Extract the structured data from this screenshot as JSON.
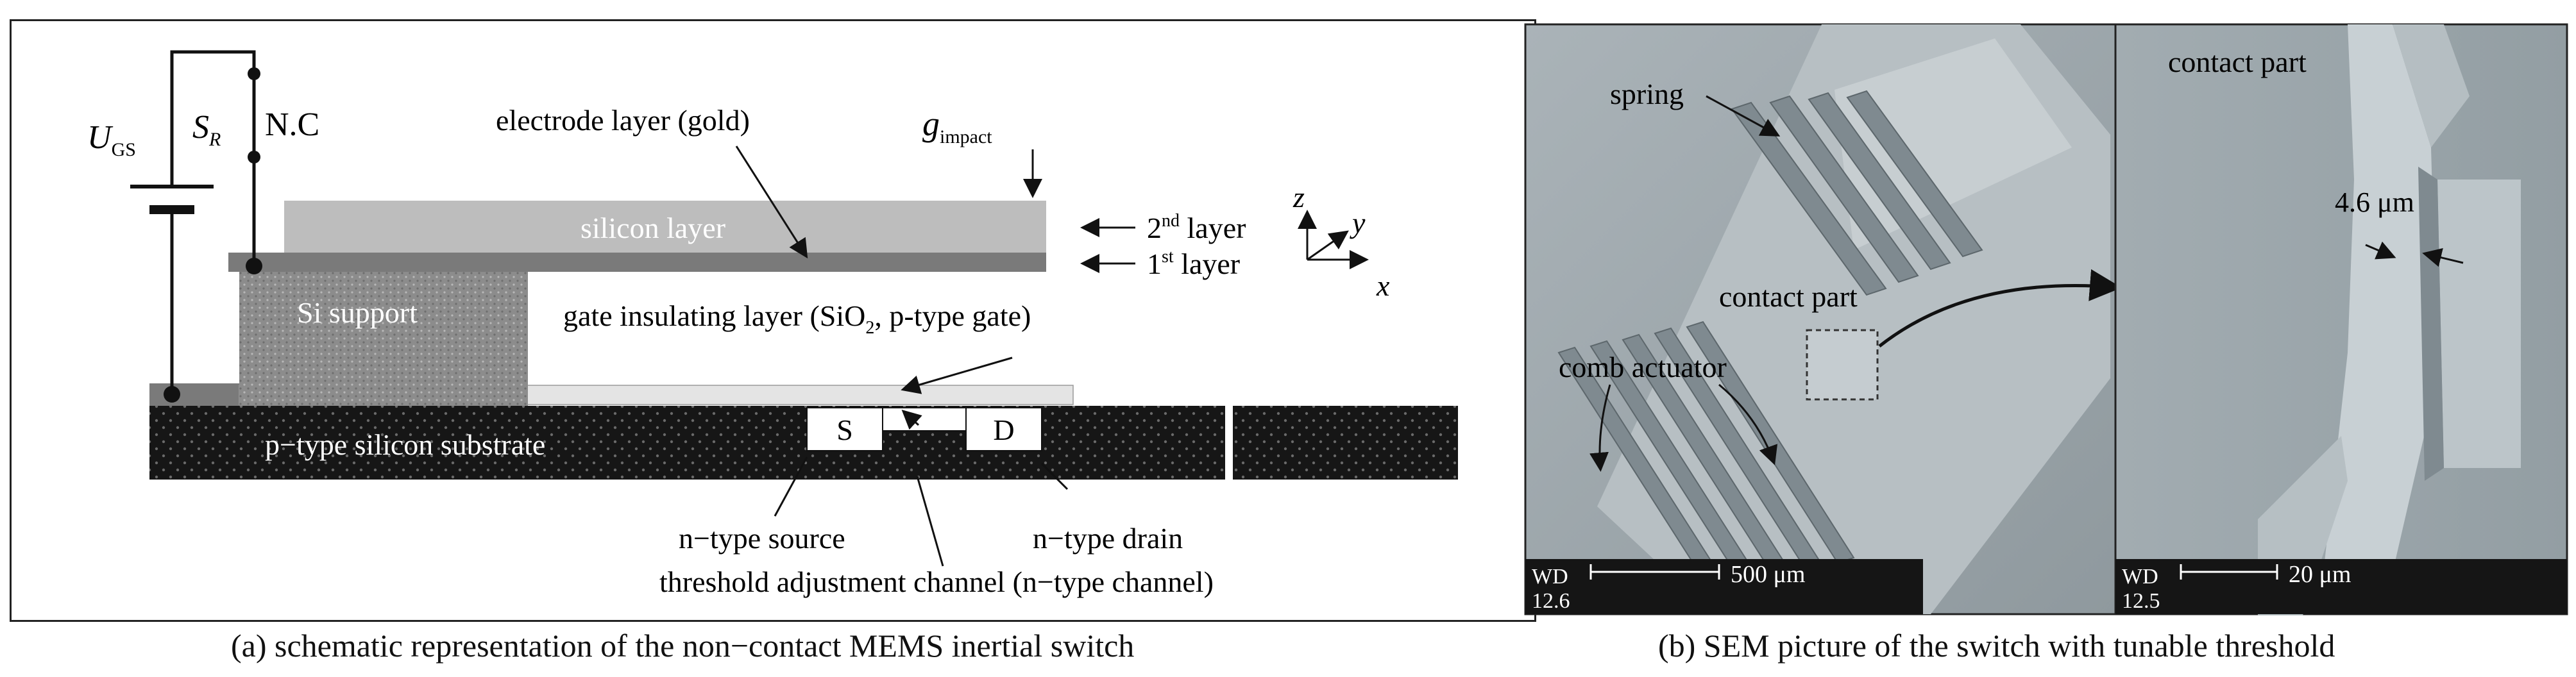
{
  "panel_a": {
    "caption": "(a) schematic representation of the non−contact MEMS inertial switch",
    "labels": {
      "ugs_main": "U",
      "ugs_sub": "GS",
      "sr_main": "S",
      "sr_sub": "R",
      "nc": "N.C",
      "electrode": "electrode layer (gold)",
      "g_main": "g",
      "g_sub": "impact",
      "silicon_layer": "silicon layer",
      "layer2_num": "2",
      "layer2_sup": "nd",
      "layer2_word": " layer",
      "layer1_num": "1",
      "layer1_sup": "st",
      "layer1_word": " layer",
      "axis_z": "z",
      "axis_y": "y",
      "axis_x": "x",
      "si_support": "Si support",
      "gate_pre": "gate insulating layer (SiO",
      "gate_sub": "2",
      "gate_post": ", p-type gate)",
      "substrate": "p−type silicon substrate",
      "source_box": "S",
      "drain_box": "D",
      "n_source": "n−type source",
      "n_drain": "n−type drain",
      "threshold": "threshold adjustment channel (n−type channel)"
    }
  },
  "panel_b": {
    "caption": "(b) SEM picture of the switch with tunable threshold",
    "left_image": {
      "spring": "spring",
      "contact_part": "contact part",
      "comb_actuator": "comb actuator",
      "wd_label": "WD",
      "wd_value": "12.6",
      "scale": "500 μm"
    },
    "right_image": {
      "contact_part": "contact part",
      "gap": "4.6 μm",
      "wd_label": "WD",
      "wd_value": "12.5",
      "scale": "20 μm"
    }
  },
  "colors": {
    "substrate": "#161616",
    "silicon_layer": "#bdbdbd",
    "electrode_layer": "#7a7a7a",
    "si_support": "#8c8c8c",
    "gate_insulator": "#e4e4e4",
    "sem_background": "#9ea8ad",
    "scale_bar": "#151515"
  }
}
